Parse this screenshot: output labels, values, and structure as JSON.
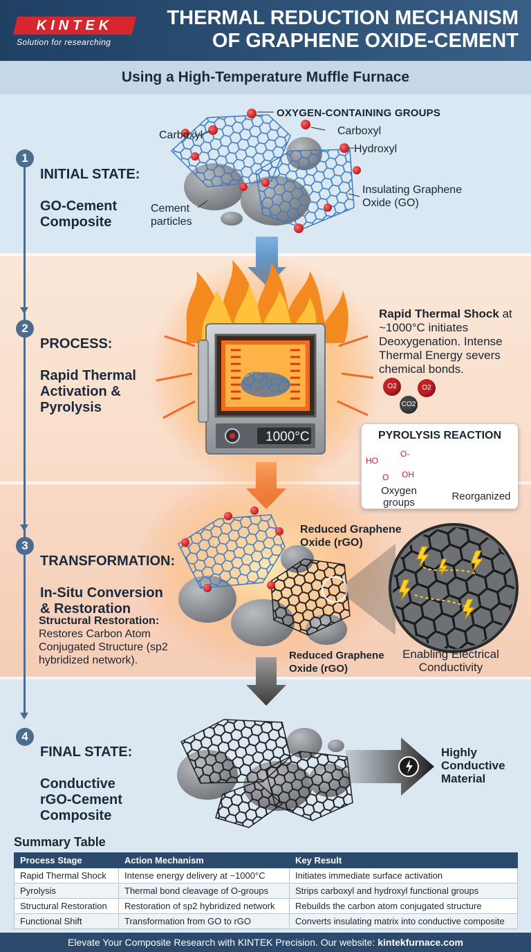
{
  "header": {
    "logo": "KINTEK",
    "tagline": "Solution for researching",
    "title": "THERMAL REDUCTION MECHANISM OF GRAPHENE OXIDE-CEMENT",
    "subtitle": "Using a High-Temperature Muffle Furnace"
  },
  "colors": {
    "brand": "#d8262e",
    "navy": "#2c4a6b",
    "oxygen": "#d0282e",
    "graphene_go": "#3b7cc0",
    "rgo": "#2a2a2a",
    "flame": "#f06a1a"
  },
  "steps": [
    {
      "number": "1",
      "heading": "INITIAL STATE:",
      "subheading": "GO-Cement\nComposite"
    },
    {
      "number": "2",
      "heading": "PROCESS:",
      "subheading": "Rapid Thermal\nActivation &\nPyrolysis"
    },
    {
      "number": "3",
      "heading": "TRANSFORMATION:",
      "subheading": "In-Situ Conversion\n& Restoration"
    },
    {
      "number": "4",
      "heading": "FINAL STATE:",
      "subheading": "Conductive\nrGO-Cement\nComposite"
    }
  ],
  "stage1": {
    "oxygen_groups": "OXYGEN-CONTAINING GROUPS",
    "carboxyl_left": "Carboxyl",
    "carboxyl_right": "Carboxyl",
    "hydroxyl": "Hydroxyl",
    "insulating_go": "Insulating Graphene Oxide (GO)",
    "cement_particles": "Cement particles"
  },
  "stage2": {
    "furnace_temp": "1000°C",
    "shock_bold": "Rapid Thermal Shock",
    "shock_text": "at ~1000°C initiates Deoxygenation. Intense Thermal Energy severs chemical bonds.",
    "gases": [
      "O2",
      "O2",
      "CO2"
    ],
    "pyrolysis_title": "PYROLYSIS REACTION",
    "pyrolysis_left": "Oxygen groups",
    "pyrolysis_right": "Reorganized",
    "molecule_labels": [
      "HO",
      "O-",
      "O",
      "OH"
    ]
  },
  "stage3": {
    "rgo_top": "Reduced Graphene Oxide (rGO)",
    "rgo_bottom": "Reduced Graphene Oxide (rGO)",
    "restoration_bold": "Structural Restoration:",
    "restoration_text": "Restores Carbon Atom Conjugated Structure (sp2 hybridized network).",
    "conductivity": "Enabling Electrical Conductivity"
  },
  "stage4": {
    "result": "Highly Conductive Material"
  },
  "table": {
    "heading": "Summary Table",
    "columns": [
      "Process Stage",
      "Action Mechanism",
      "Key Result"
    ],
    "rows": [
      [
        "Rapid Thermal Shock",
        "Intense energy delivery at ~1000°C",
        "Initiates immediate surface activation"
      ],
      [
        "Pyrolysis",
        "Thermal bond cleavage of O-groups",
        "Strips carboxyl and hydroxyl functional groups"
      ],
      [
        "Structural Restoration",
        "Restoration of sp2 hybridized network",
        "Rebuilds the carbon atom conjugated structure"
      ],
      [
        "Functional Shift",
        "Transformation from GO to rGO",
        "Converts insulating matrix into conductive composite"
      ]
    ]
  },
  "footer": {
    "text": "Elevate Your Composite Research with KINTEK Precision. Our website: ",
    "link": "kintekfurnace.com"
  }
}
